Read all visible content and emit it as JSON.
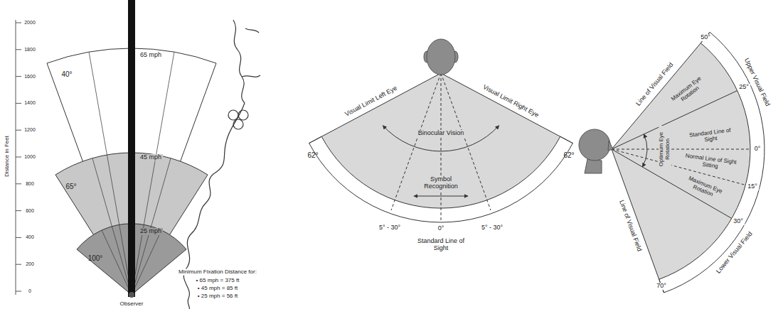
{
  "diagram": {
    "labels": [
      "2000",
      "1800",
      "1600",
      "1400",
      "1200",
      "1000",
      "800",
      "600",
      "400",
      "200",
      "0",
      "Distance in Feet",
      "65 mph",
      "40°",
      "45 mph",
      "65°",
      "25 mph",
      "100°",
      "Minimum Fixation Distance for:",
      "• 65 mph = 375 ft",
      "• 45 mph = 85 ft",
      "• 25 mph = 56 ft",
      "Observer",
      "Visual Limit Left Eye",
      "Visual Limit Right Eye",
      "Binocular Vision",
      "Symbol Recognition",
      "62°",
      "62°",
      "5° - 30°",
      "5° - 30°",
      "0°",
      "Standard Line of Sight",
      "Line of Visual Field",
      "Upper Visual Field",
      "50°",
      "Maximum Eye Rotation",
      "25°",
      "Standard Line of Sight",
      "0°",
      "Optimum Eye Rotation",
      "Normal Line of Sight Sitting",
      "15°",
      "Maximum Eye Rotation",
      "30°",
      "Line of Visual Field",
      "Lower Visual Field",
      "70°"
    ]
  }
}
